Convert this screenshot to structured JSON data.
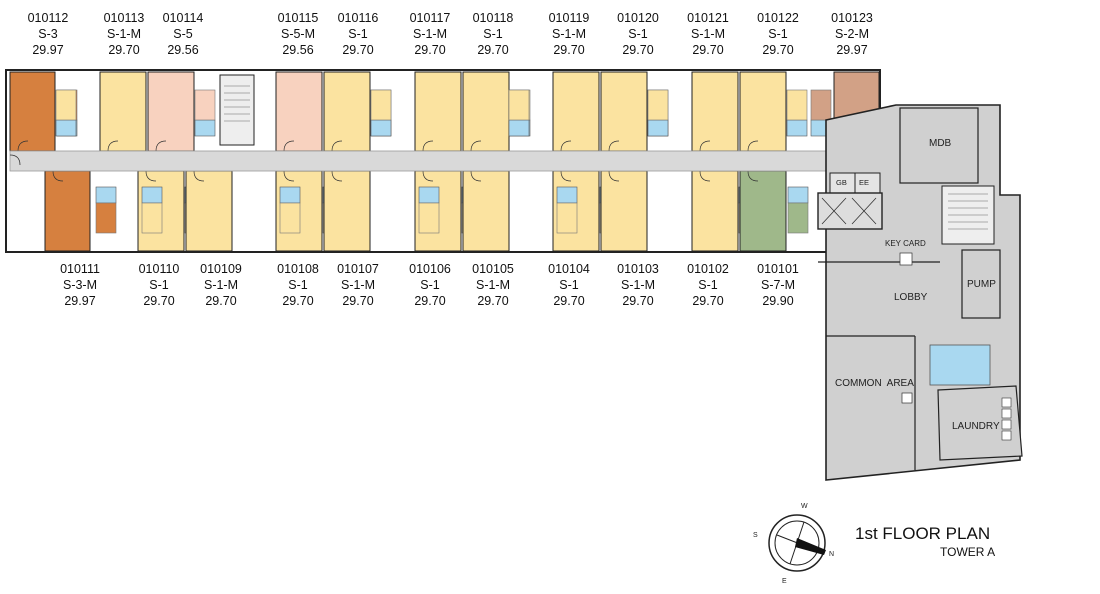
{
  "title": "1st FLOOR PLAN",
  "subtitle": "TOWER A",
  "colors": {
    "unit_yellow": "#fbe3a0",
    "unit_pink": "#f8d2bf",
    "unit_orange": "#d6803f",
    "unit_tan": "#d2a186",
    "unit_green": "#9fb88a",
    "corridor": "#d9d9d9",
    "common": "#d0d0d0",
    "bath": "#a9d8f0",
    "wall": "#222222"
  },
  "top_units": [
    {
      "id": "010112",
      "type": "S-3",
      "area": "29.97",
      "color": "orange"
    },
    {
      "id": "010113",
      "type": "S-1-M",
      "area": "29.70",
      "color": "yellow"
    },
    {
      "id": "010114",
      "type": "S-5",
      "area": "29.56",
      "color": "pink"
    },
    {
      "id": "010115",
      "type": "S-5-M",
      "area": "29.56",
      "color": "pink"
    },
    {
      "id": "010116",
      "type": "S-1",
      "area": "29.70",
      "color": "yellow"
    },
    {
      "id": "010117",
      "type": "S-1-M",
      "area": "29.70",
      "color": "yellow"
    },
    {
      "id": "010118",
      "type": "S-1",
      "area": "29.70",
      "color": "yellow"
    },
    {
      "id": "010119",
      "type": "S-1-M",
      "area": "29.70",
      "color": "yellow"
    },
    {
      "id": "010120",
      "type": "S-1",
      "area": "29.70",
      "color": "yellow"
    },
    {
      "id": "010121",
      "type": "S-1-M",
      "area": "29.70",
      "color": "yellow"
    },
    {
      "id": "010122",
      "type": "S-1",
      "area": "29.70",
      "color": "yellow"
    },
    {
      "id": "010123",
      "type": "S-2-M",
      "area": "29.97",
      "color": "tan"
    }
  ],
  "bottom_units": [
    {
      "id": "010111",
      "type": "S-3-M",
      "area": "29.97",
      "color": "orange"
    },
    {
      "id": "010110",
      "type": "S-1",
      "area": "29.70",
      "color": "yellow"
    },
    {
      "id": "010109",
      "type": "S-1-M",
      "area": "29.70",
      "color": "yellow"
    },
    {
      "id": "010108",
      "type": "S-1",
      "area": "29.70",
      "color": "yellow"
    },
    {
      "id": "010107",
      "type": "S-1-M",
      "area": "29.70",
      "color": "yellow"
    },
    {
      "id": "010106",
      "type": "S-1",
      "area": "29.70",
      "color": "yellow"
    },
    {
      "id": "010105",
      "type": "S-1-M",
      "area": "29.70",
      "color": "yellow"
    },
    {
      "id": "010104",
      "type": "S-1",
      "area": "29.70",
      "color": "yellow"
    },
    {
      "id": "010103",
      "type": "S-1-M",
      "area": "29.70",
      "color": "yellow"
    },
    {
      "id": "010102",
      "type": "S-1",
      "area": "29.70",
      "color": "yellow"
    },
    {
      "id": "010101",
      "type": "S-7-M",
      "area": "29.90",
      "color": "green"
    }
  ],
  "rooms": {
    "mdb": "MDB",
    "gb": "GB",
    "ee": "EE",
    "key_card": "KEY CARD",
    "lobby": "LOBBY",
    "pump": "PUMP",
    "common_area": "COMMON  AREA",
    "laundry": "LAUNDRY"
  },
  "compass": {
    "n": "N",
    "s": "S",
    "e": "E",
    "w": "W"
  }
}
